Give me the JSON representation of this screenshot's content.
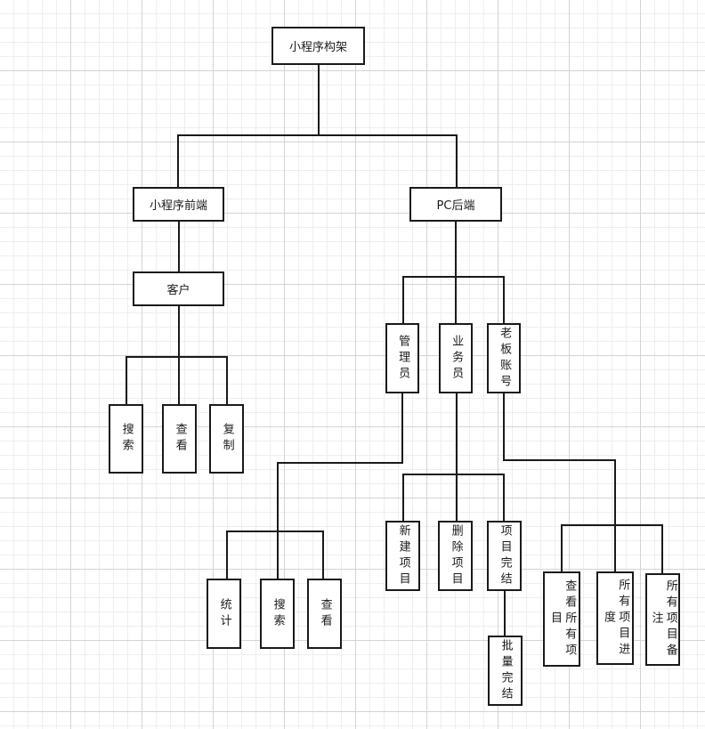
{
  "root": "小程序构架",
  "frontend": "小程序前端",
  "backend": "PC后端",
  "customer": "客户",
  "customer_actions": [
    "搜索",
    "查看",
    "复制"
  ],
  "roles": {
    "manager": "管理员",
    "sales": "业务员",
    "boss": "老板账号"
  },
  "manager_actions": [
    "统计",
    "搜索",
    "查看"
  ],
  "sales_actions": [
    "新建项目",
    "删除项目",
    "项目完结"
  ],
  "batch_complete": "批量完结",
  "boss_actions": [
    "查看所有项目",
    "所有项目进度",
    "所有项目备注"
  ]
}
